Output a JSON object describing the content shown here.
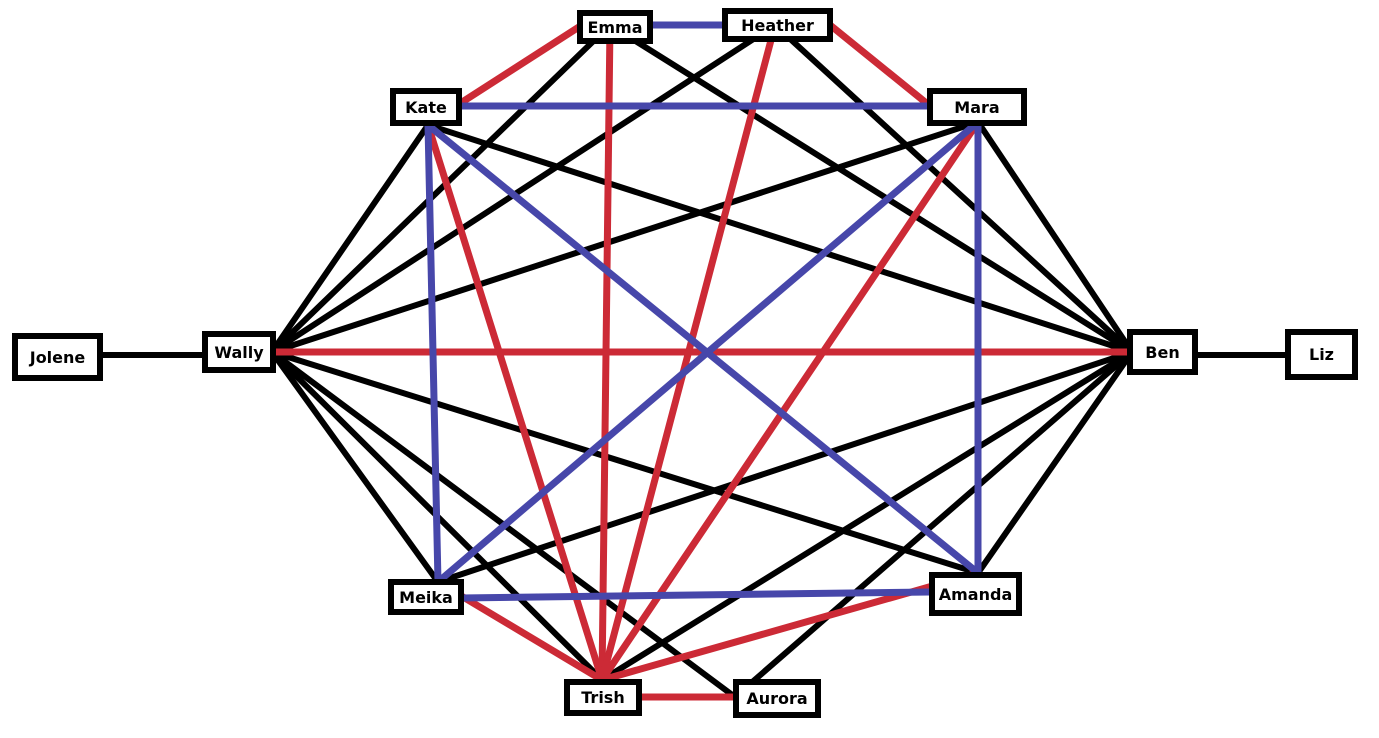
{
  "nodes": [
    {
      "id": "Emma",
      "label": "Emma"
    },
    {
      "id": "Heather",
      "label": "Heather"
    },
    {
      "id": "Kate",
      "label": "Kate"
    },
    {
      "id": "Mara",
      "label": "Mara"
    },
    {
      "id": "Jolene",
      "label": "Jolene"
    },
    {
      "id": "Wally",
      "label": "Wally"
    },
    {
      "id": "Ben",
      "label": "Ben"
    },
    {
      "id": "Liz",
      "label": "Liz"
    },
    {
      "id": "Meika",
      "label": "Meika"
    },
    {
      "id": "Amanda",
      "label": "Amanda"
    },
    {
      "id": "Trish",
      "label": "Trish"
    },
    {
      "id": "Aurora",
      "label": "Aurora"
    }
  ],
  "edge_colors": {
    "black": "#000000",
    "red": "#cc2a36",
    "blue": "#4747aa"
  },
  "edges": [
    [
      "Jolene",
      "Wally",
      "black"
    ],
    [
      "Ben",
      "Liz",
      "black"
    ],
    [
      "Wally",
      "Kate",
      "black"
    ],
    [
      "Wally",
      "Emma",
      "black"
    ],
    [
      "Wally",
      "Heather",
      "black"
    ],
    [
      "Wally",
      "Mara",
      "black"
    ],
    [
      "Wally",
      "Meika",
      "black"
    ],
    [
      "Wally",
      "Trish",
      "black"
    ],
    [
      "Wally",
      "Aurora",
      "black"
    ],
    [
      "Wally",
      "Amanda",
      "black"
    ],
    [
      "Ben",
      "Kate",
      "black"
    ],
    [
      "Ben",
      "Emma",
      "black"
    ],
    [
      "Ben",
      "Heather",
      "black"
    ],
    [
      "Ben",
      "Mara",
      "black"
    ],
    [
      "Ben",
      "Meika",
      "black"
    ],
    [
      "Ben",
      "Trish",
      "black"
    ],
    [
      "Ben",
      "Aurora",
      "black"
    ],
    [
      "Ben",
      "Amanda",
      "black"
    ],
    [
      "Wally",
      "Ben",
      "red"
    ],
    [
      "Kate",
      "Emma",
      "red"
    ],
    [
      "Heather",
      "Mara",
      "red"
    ],
    [
      "Emma",
      "Trish",
      "red"
    ],
    [
      "Heather",
      "Trish",
      "red"
    ],
    [
      "Mara",
      "Trish",
      "red"
    ],
    [
      "Kate",
      "Trish",
      "red"
    ],
    [
      "Meika",
      "Trish",
      "red"
    ],
    [
      "Amanda",
      "Trish",
      "red"
    ],
    [
      "Trish",
      "Aurora",
      "red"
    ],
    [
      "Emma",
      "Heather",
      "blue"
    ],
    [
      "Kate",
      "Mara",
      "blue"
    ],
    [
      "Kate",
      "Meika",
      "blue"
    ],
    [
      "Kate",
      "Amanda",
      "blue"
    ],
    [
      "Mara",
      "Meika",
      "blue"
    ],
    [
      "Mara",
      "Amanda",
      "blue"
    ],
    [
      "Meika",
      "Amanda",
      "blue"
    ]
  ]
}
